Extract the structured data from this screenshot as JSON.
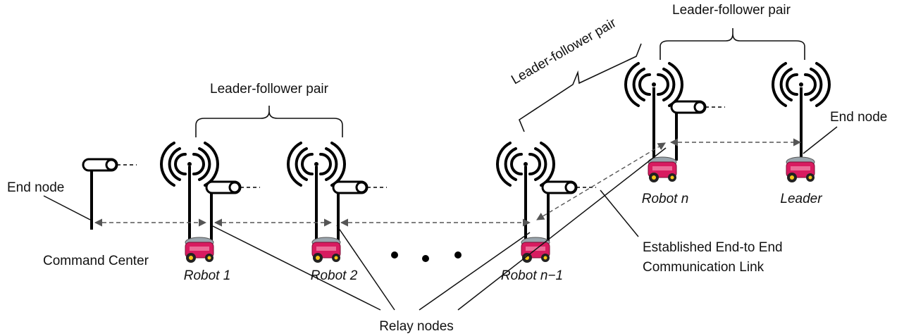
{
  "labels": {
    "pair_1": "Leader-follower pair",
    "pair_2": "Leader-follower pair",
    "pair_3": "Leader-follower pair",
    "end_node_left": "End node",
    "end_node_right": "End node",
    "command_center": "Command Center",
    "robot_1": "Robot 1",
    "robot_2": "Robot 2",
    "robot_n_minus_1": "Robot n−1",
    "robot_n": "Robot n",
    "leader": "Leader",
    "relay_nodes": "Relay nodes",
    "link_line_1": "Established End-to End",
    "link_line_2": "Communication Link"
  },
  "colors": {
    "robot_body": "#d81b60",
    "robot_top": "#9aa5ad",
    "link": "#555555",
    "ink": "#000000"
  },
  "icons": [
    "antenna-icon",
    "pan-tilt-camera-icon",
    "robot-icon",
    "ellipsis-dots"
  ]
}
